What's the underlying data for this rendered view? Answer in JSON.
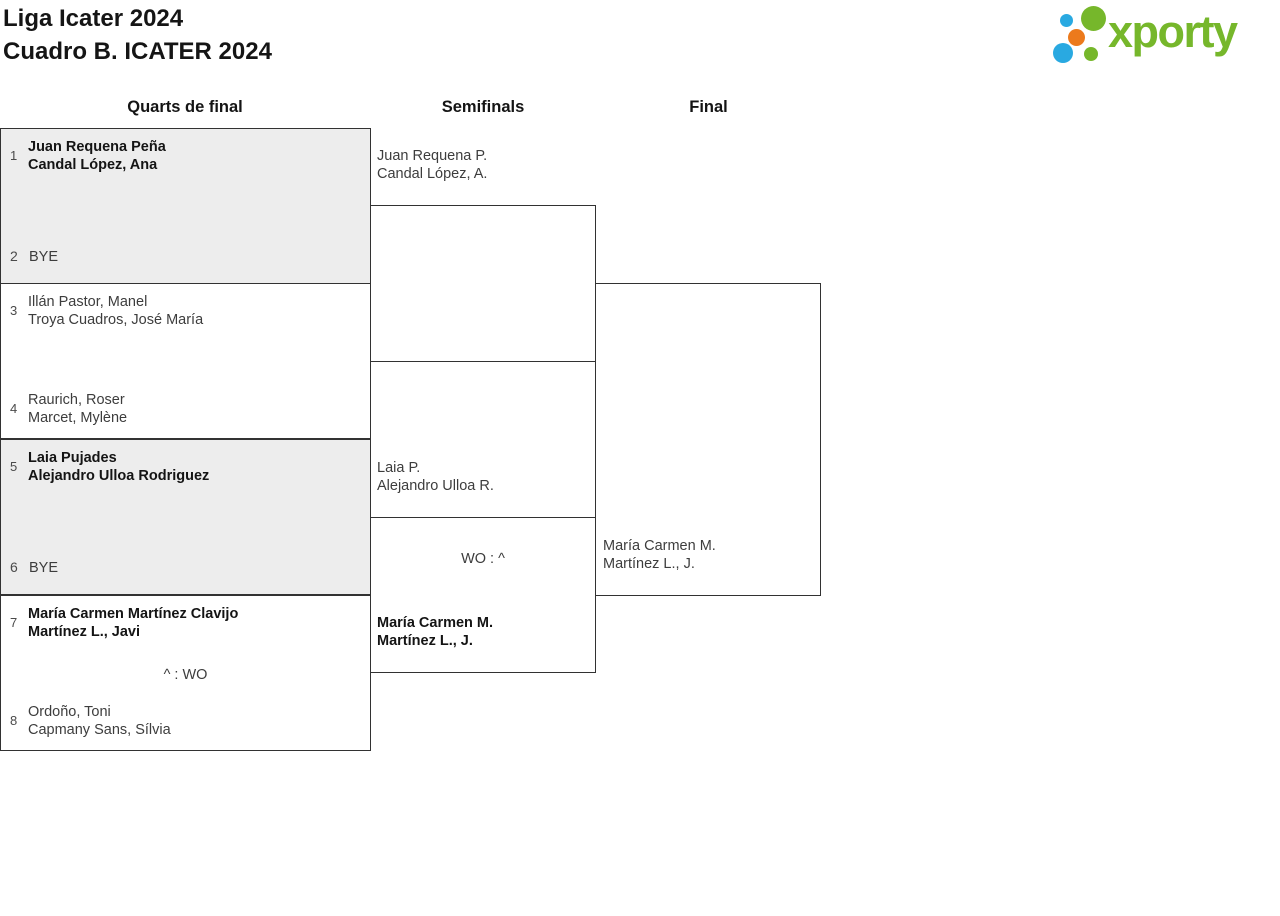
{
  "header": {
    "title_line1": "Liga Icater 2024",
    "title_line2": "Cuadro B. ICATER 2024"
  },
  "logo": {
    "text": "xporty",
    "colors": {
      "green": "#76b72b",
      "blue": "#29a9e1",
      "orange": "#ec7a1c"
    }
  },
  "rounds": {
    "quarterfinals_label": "Quarts de final",
    "semifinals_label": "Semifinals",
    "final_label": "Final"
  },
  "matches": {
    "qf1": {
      "seed_a": "1",
      "team_a_line1": "Juan Requena Peña",
      "team_a_line2": "Candal López, Ana",
      "seed_b": "2",
      "team_b_bye": "BYE"
    },
    "qf2": {
      "seed_a": "3",
      "team_a_line1": "Illán Pastor, Manel",
      "team_a_line2": "Troya Cuadros, José María",
      "seed_b": "4",
      "team_b_line1": "Raurich, Roser",
      "team_b_line2": "Marcet, Mylène"
    },
    "qf3": {
      "seed_a": "5",
      "team_a_line1": "Laia Pujades",
      "team_a_line2": "Alejandro Ulloa Rodriguez",
      "seed_b": "6",
      "team_b_bye": "BYE"
    },
    "qf4": {
      "seed_a": "7",
      "team_a_line1": "María Carmen Martínez Clavijo",
      "team_a_line2": "Martínez L., Javi",
      "result": "^ : WO",
      "seed_b": "8",
      "team_b_line1": "Ordoño, Toni",
      "team_b_line2": "Capmany Sans, Sílvia"
    },
    "sf1": {
      "participant_a_line1": "Juan Requena P.",
      "participant_a_line2": "Candal López, A."
    },
    "sf2": {
      "participant_a_line1": "Laia P.",
      "participant_a_line2": "Alejandro Ulloa R.",
      "result": "WO : ^",
      "winner_line1": "María Carmen M.",
      "winner_line2": "Martínez L., J."
    },
    "final": {
      "participant_b_line1": "María Carmen M.",
      "participant_b_line2": "Martínez L., J."
    }
  }
}
